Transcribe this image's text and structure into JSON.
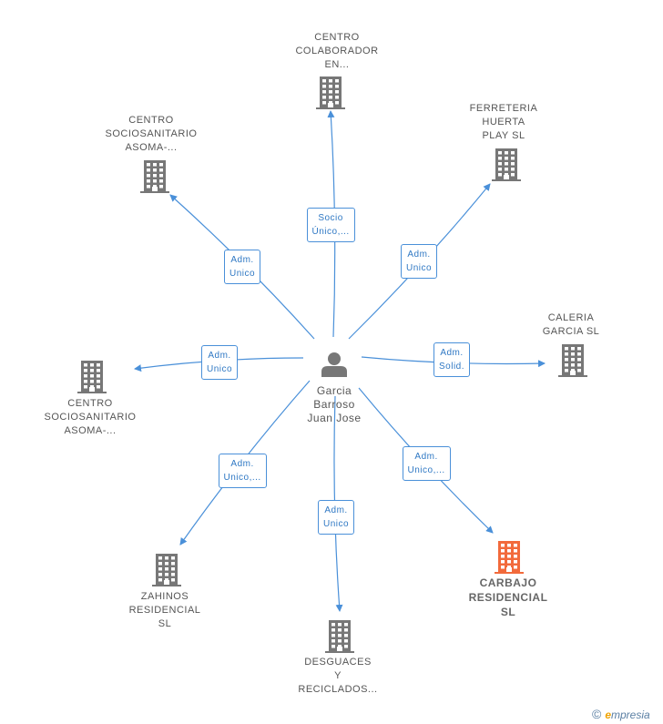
{
  "colors": {
    "edge": "#4a90d9",
    "building": "#777777",
    "building_focus": "#f26a3b",
    "person": "#777777"
  },
  "center": {
    "name": "Garcia\nBarroso\nJuan Jose",
    "icon": "person-icon"
  },
  "companies": [
    {
      "id": "centro-colaborador",
      "name": "CENTRO\nCOLABORADOR\nEN...",
      "icon": "building-icon",
      "focus": false
    },
    {
      "id": "ferreteria-huerta-play",
      "name": "FERRETERIA\nHUERTA\nPLAY  SL",
      "icon": "building-icon",
      "focus": false
    },
    {
      "id": "centro-sociosanitario-1",
      "name": "CENTRO\nSOCIOSANITARIO\nASOMA-...",
      "icon": "building-icon",
      "focus": false
    },
    {
      "id": "caleria-garcia",
      "name": "CALERIA\nGARCIA SL",
      "icon": "building-icon",
      "focus": false
    },
    {
      "id": "centro-sociosanitario-2",
      "name": "CENTRO\nSOCIOSANITARIO\nASOMA-...",
      "icon": "building-icon",
      "focus": false
    },
    {
      "id": "zahinos-residencial",
      "name": "ZAHINOS\nRESIDENCIAL\nSL",
      "icon": "building-icon",
      "focus": false
    },
    {
      "id": "desguaces-reciclados",
      "name": "DESGUACES\nY\nRECICLADOS...",
      "icon": "building-icon",
      "focus": false
    },
    {
      "id": "carbajo-residencial",
      "name": "CARBAJO\nRESIDENCIAL\nSL",
      "icon": "building-icon",
      "focus": true
    }
  ],
  "relations": [
    {
      "target": "centro-colaborador",
      "label": "Socio\nÚnico,..."
    },
    {
      "target": "ferreteria-huerta-play",
      "label": "Adm.\nUnico"
    },
    {
      "target": "centro-sociosanitario-1",
      "label": "Adm.\nUnico"
    },
    {
      "target": "caleria-garcia",
      "label": "Adm.\nSolid."
    },
    {
      "target": "centro-sociosanitario-2",
      "label": "Adm.\nUnico"
    },
    {
      "target": "zahinos-residencial",
      "label": "Adm.\nUnico,..."
    },
    {
      "target": "desguaces-reciclados",
      "label": "Adm.\nUnico"
    },
    {
      "target": "carbajo-residencial",
      "label": "Adm.\nUnico,..."
    }
  ],
  "footer": {
    "copyright": "©",
    "brand_initial": "e",
    "brand_rest": "mpresia"
  }
}
